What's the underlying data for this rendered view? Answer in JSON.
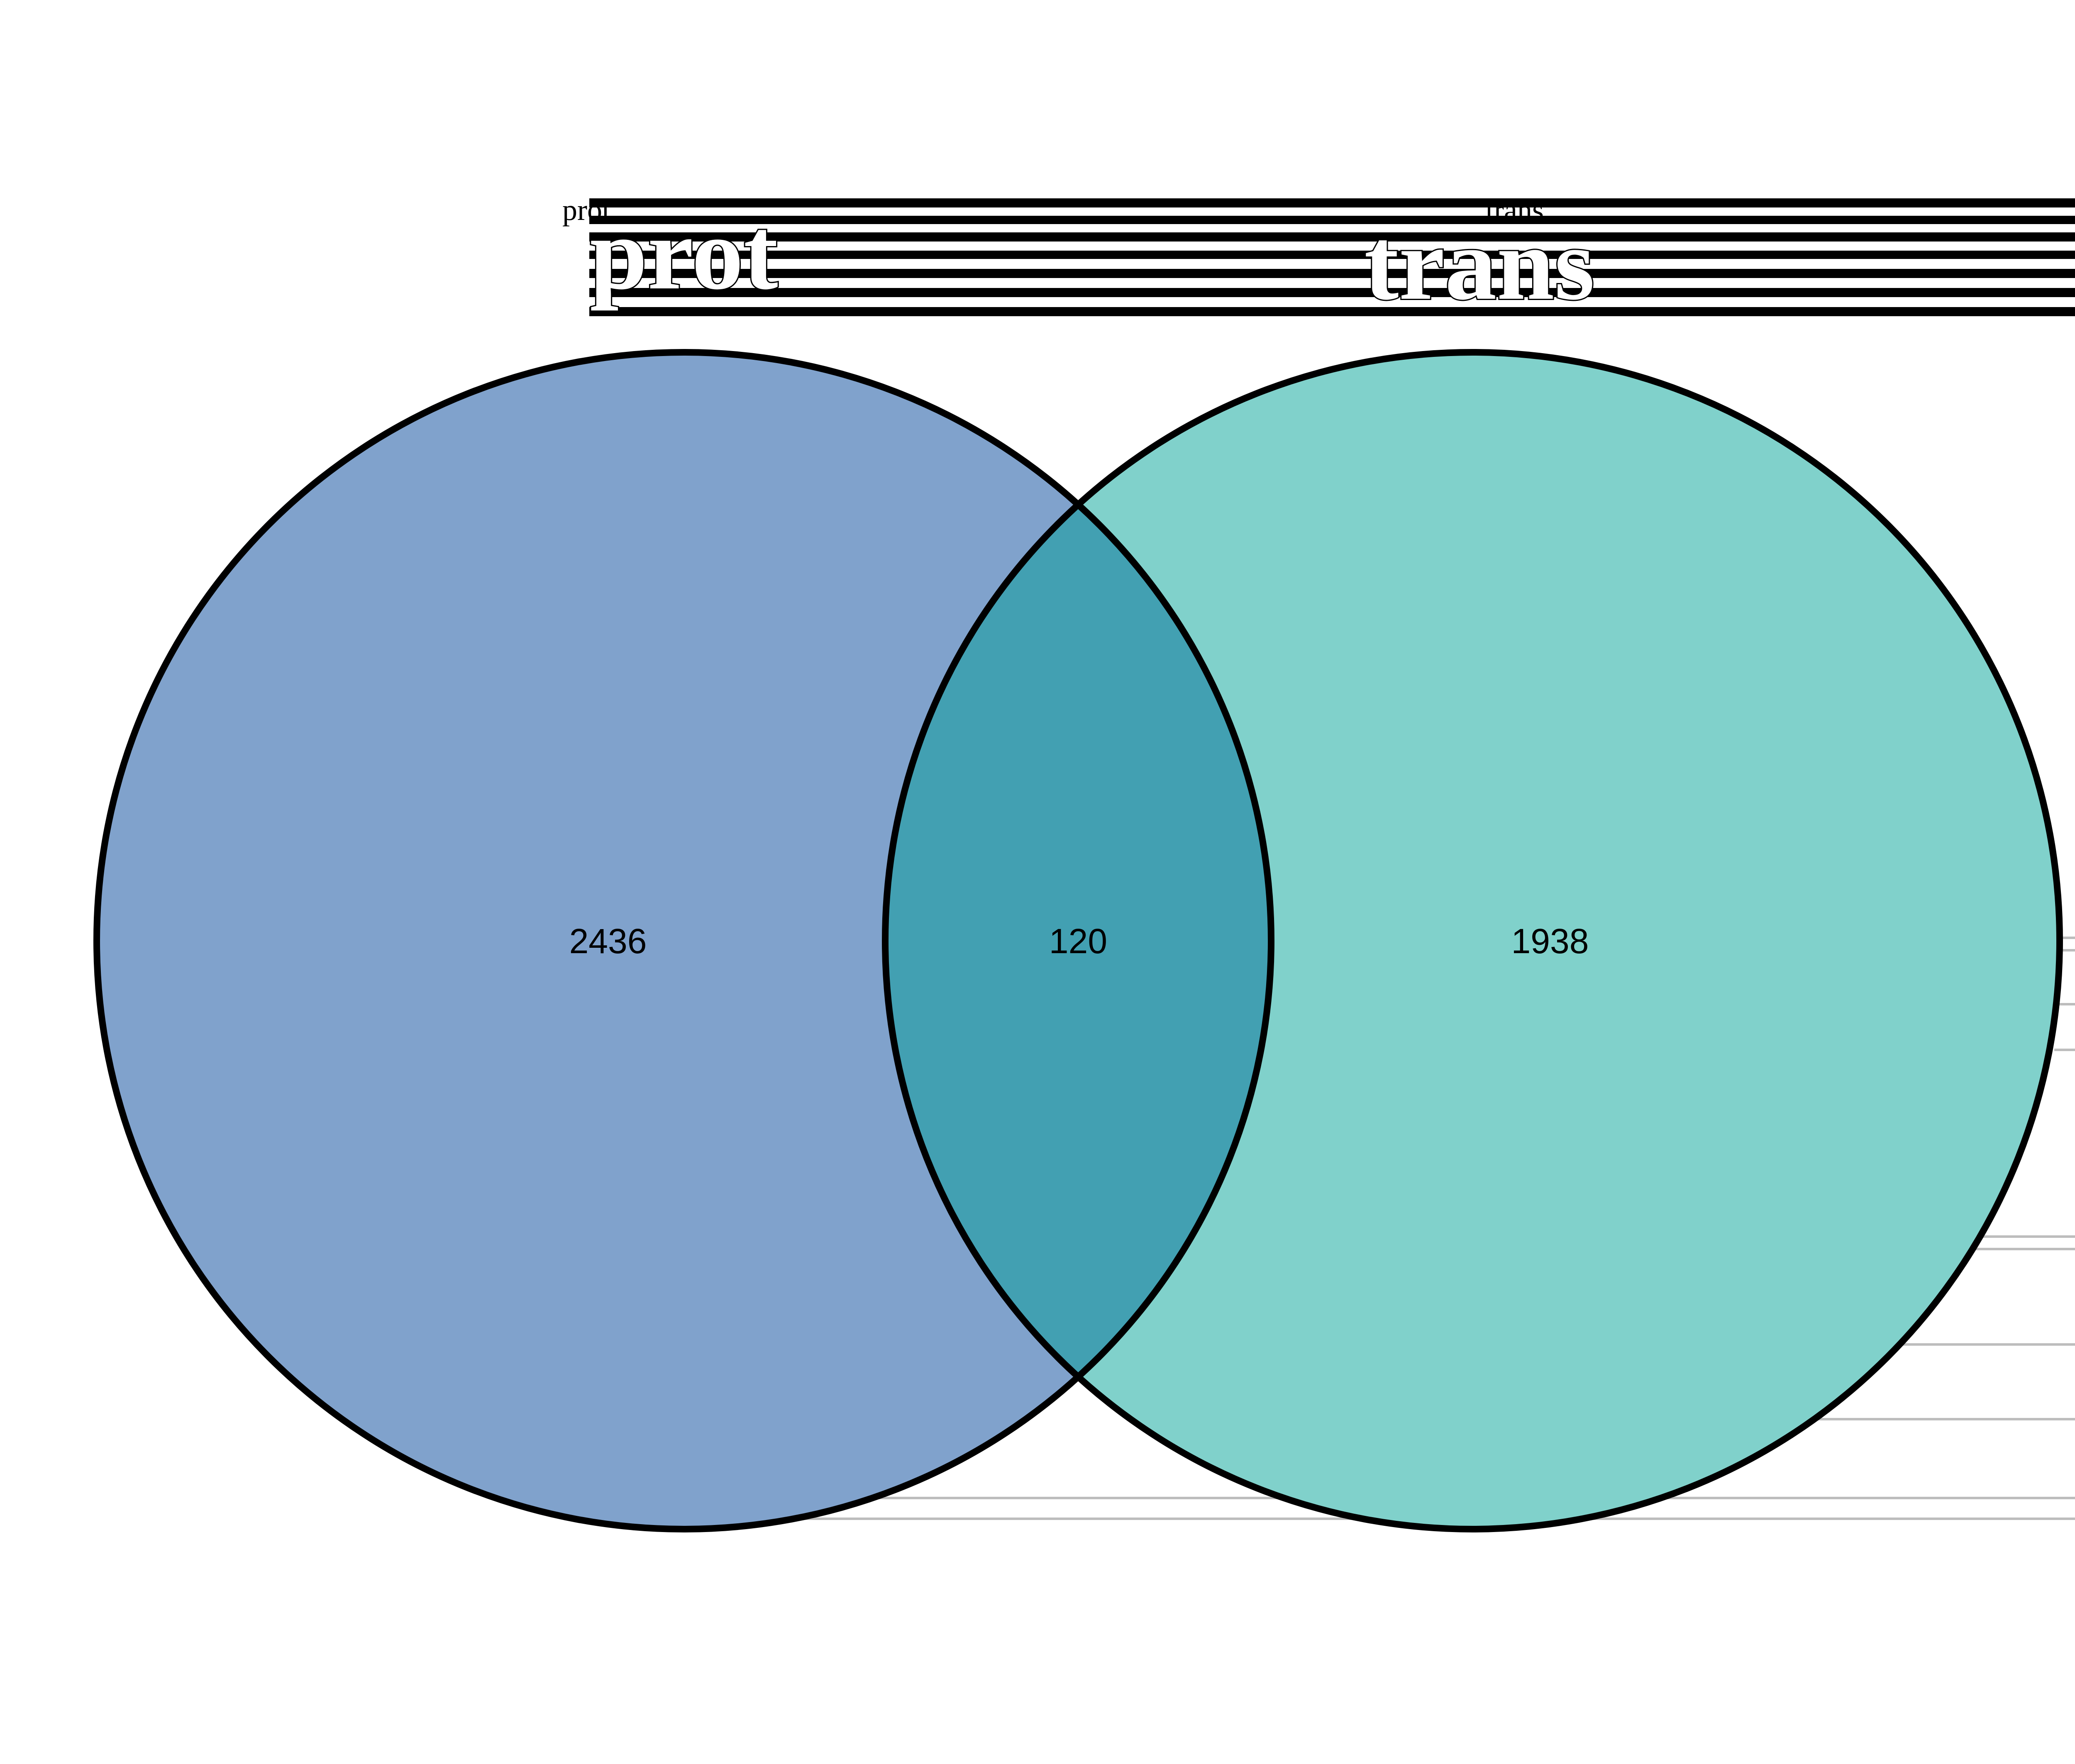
{
  "diagram": {
    "type": "venn",
    "sets": [
      {
        "name": "prot",
        "only_count": "2436",
        "color": "#80a2cc"
      },
      {
        "name": "trans",
        "only_count": "1938",
        "color": "#80d1cb"
      }
    ],
    "intersection": {
      "count": "120",
      "color": "#42a0b2"
    },
    "outline_color": "#000000"
  }
}
